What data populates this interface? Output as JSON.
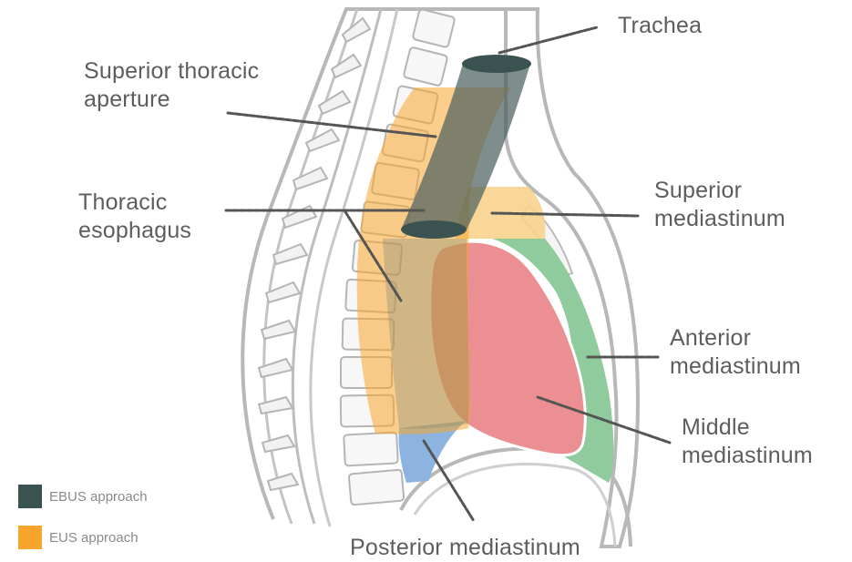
{
  "labels": {
    "trachea": "Trachea",
    "superior_thoracic_aperture": [
      "Superior thoracic",
      "aperture"
    ],
    "thoracic_esophagus": [
      "Thoracic",
      "esophagus"
    ],
    "superior_mediastinum": [
      "Superior",
      "mediastinum"
    ],
    "anterior_mediastinum": [
      "Anterior",
      "mediastinum"
    ],
    "middle_mediastinum": [
      "Middle",
      "mediastinum"
    ],
    "posterior_mediastinum": "Posterior mediastinum"
  },
  "legend": [
    {
      "label": "EBUS approach",
      "color": "#3b5350"
    },
    {
      "label": "EUS approach",
      "color": "#f7a52c"
    }
  ],
  "colors": {
    "text": "#5d5d5d",
    "leader_line": "#555555",
    "ebus": "#3b5350",
    "eus": "#f7a52c",
    "anterior_mediastinum": "#8fcb9c",
    "middle_mediastinum": "#ec8f93",
    "posterior_mediastinum": "#8db3e1",
    "superior_mediastinum": "#f7d38d"
  }
}
